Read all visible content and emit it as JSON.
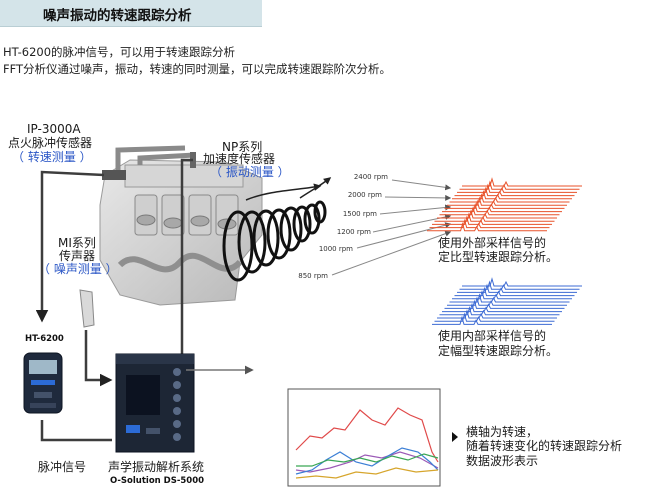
{
  "title": "噪声振动的转速跟踪分析",
  "intro": {
    "line1": "HT-6200的脉冲信号，可以用于转速跟踪分析",
    "line2": "FFT分析仪通过噪声，振动，转速的同时测量，可以完成转速跟踪阶次分析。"
  },
  "sensors": {
    "ip": {
      "model": "IP-3000A",
      "name": "点火脉冲传感器",
      "purpose": "转速测量"
    },
    "np": {
      "model": "NP系列",
      "name": "加速度传感器",
      "purpose": "振动测量"
    },
    "mi": {
      "model": "MI系列",
      "name": "传声器",
      "purpose": "噪声测量"
    }
  },
  "rpm_labels": [
    "2400 rpm",
    "2000 rpm",
    "1500 rpm",
    "1200 rpm",
    "1000 rpm",
    "850 rpm"
  ],
  "analysis": {
    "external": {
      "line1": "使用外部采样信号的",
      "line2": "定比型转速跟踪分析。",
      "color": "#e8522a"
    },
    "internal": {
      "line1": "使用内部采样信号的",
      "line2": "定幅型转速跟踪分析。",
      "color": "#3d6bd4"
    }
  },
  "devices": {
    "tach": {
      "model": "HT-6200",
      "caption": "脉冲信号"
    },
    "analyzer": {
      "caption": "声学振动解析系统",
      "model": "O-Solution DS-5000"
    }
  },
  "plot_note": {
    "line1": "横轴为转速，",
    "line2": "随着转速变化的转速跟踪分析",
    "line3": "数据波形表示"
  }
}
